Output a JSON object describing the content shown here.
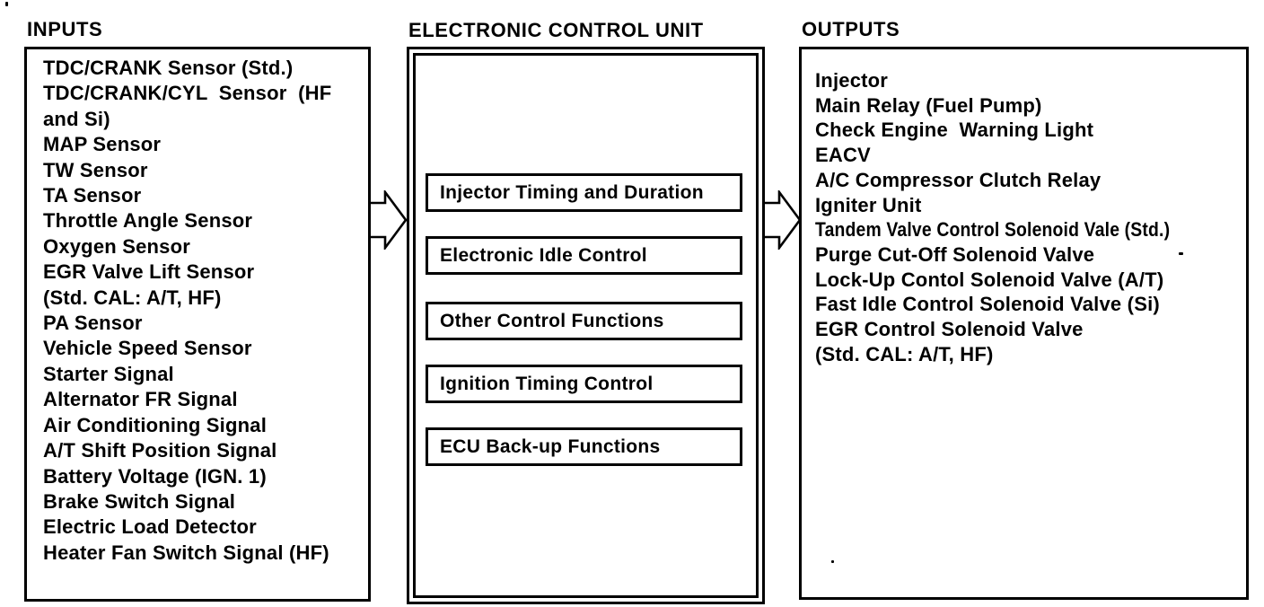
{
  "diagram": {
    "title_labels": {
      "inputs": "INPUTS",
      "ecu": "ELECTRONIC CONTROL UNIT",
      "outputs": "OUTPUTS"
    },
    "inputs": {
      "items": [
        "TDC/CRANK Sensor (Std.)",
        "TDC/CRANK/CYL  Sensor  (HF",
        "and Si)",
        "MAP Sensor",
        "TW Sensor",
        "TA Sensor",
        "Throttle Angle Sensor",
        "Oxygen Sensor",
        "EGR Valve Lift Sensor",
        "(Std. CAL: A/T, HF)",
        "PA Sensor",
        "Vehicle Speed Sensor",
        "Starter Signal",
        "Alternator FR Signal",
        "Air Conditioning Signal",
        "A/T Shift Position Signal",
        "Battery Voltage (IGN. 1)",
        "Brake Switch Signal",
        "Electric Load Detector",
        "Heater Fan Switch Signal (HF)"
      ]
    },
    "ecu": {
      "functions": [
        "Injector Timing and Duration",
        "Electronic Idle Control",
        "Other Control Functions",
        "Ignition Timing Control",
        "ECU Back-up Functions"
      ]
    },
    "outputs": {
      "items": [
        "Injector",
        "Main Relay (Fuel Pump)",
        "Check Engine  Warning Light",
        "EACV",
        "A/C Compressor Clutch Relay",
        "Igniter Unit",
        "Tandem Valve Control Solenoid Vale (Std.)",
        "Purge Cut-Off Solenoid Valve",
        "Lock-Up Contol Solenoid Valve (A/T)",
        "Fast Idle Control Solenoid Valve (Si)",
        "EGR Control Solenoid Valve",
        "(Std. CAL: A/T, HF)"
      ]
    },
    "icons": {
      "flow_arrow": "block-arrow-right"
    },
    "colors": {
      "ink": "#000000",
      "background": "#ffffff"
    }
  }
}
